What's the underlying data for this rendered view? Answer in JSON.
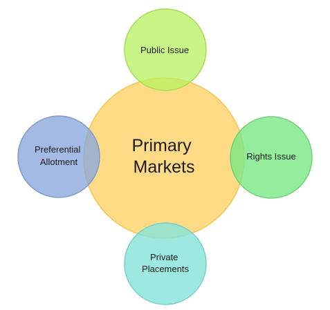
{
  "diagram": {
    "center": {
      "lines": [
        "Primary",
        "Markets"
      ],
      "color": "#FFD97F"
    },
    "satellites": [
      {
        "key": "top",
        "lines": [
          "Public Issue"
        ],
        "color": "#C3F27A"
      },
      {
        "key": "right",
        "lines": [
          "Rights Issue"
        ],
        "color": "#8EEB96"
      },
      {
        "key": "bottom",
        "lines": [
          "Private",
          "Placements"
        ],
        "color": "#98E7DE"
      },
      {
        "key": "left",
        "lines": [
          "Preferential",
          "Allotment"
        ],
        "color": "#9EB5DF"
      }
    ]
  }
}
